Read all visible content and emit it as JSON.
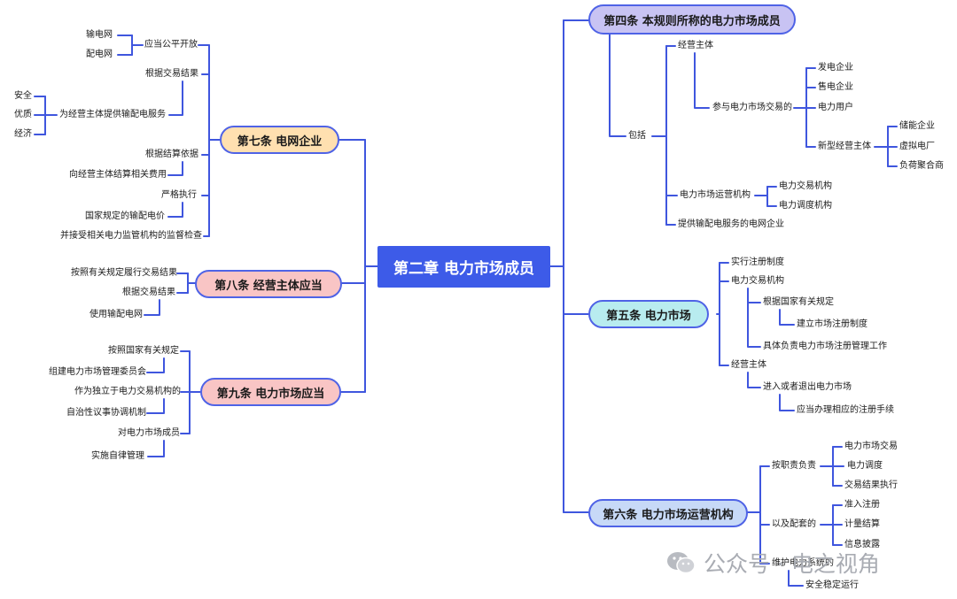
{
  "root": "第二章  电力市场成员",
  "left": {
    "art7": {
      "title": "第七条 电网企业",
      "a": "输电网",
      "b": "配电网",
      "c": "应当公平开放",
      "d": "根据交易结果",
      "e": "安全",
      "f": "优质",
      "g": "经济",
      "h": "为经营主体提供输配电服务",
      "i": "根据结算依据",
      "j": "向经营主体结算相关费用",
      "k": "严格执行",
      "l": "国家规定的输配电价",
      "m": "并接受相关电力监管机构的监督检查"
    },
    "art8": {
      "title": "第八条 经营主体应当",
      "a": "按照有关规定履行交易结果",
      "b": "根据交易结果",
      "c": "使用输配电网"
    },
    "art9": {
      "title": "第九条 电力市场应当",
      "a": "按照国家有关规定",
      "b": "组建电力市场管理委员会",
      "c": "作为独立于电力交易机构的",
      "d": "自治性议事协调机制",
      "e": "对电力市场成员",
      "f": "实施自律管理"
    }
  },
  "right": {
    "art4": {
      "title": "第四条 本规则所称的电力市场成员",
      "incl": "包括",
      "op": "经营主体",
      "part": "参与电力市场交易的",
      "gen": "发电企业",
      "sell": "售电企业",
      "user": "电力用户",
      "new": "新型经营主体",
      "stor": "储能企业",
      "vpp": "虚拟电厂",
      "load": "负荷聚合商",
      "org": "电力市场运营机构",
      "ex": "电力交易机构",
      "disp": "电力调度机构",
      "grid": "提供输配电服务的电网企业"
    },
    "art5": {
      "title": "第五条 电力市场",
      "a": "实行注册制度",
      "b": "电力交易机构",
      "c": "根据国家有关规定",
      "d": "建立市场注册制度",
      "e": "具体负责电力市场注册管理工作",
      "f": "经营主体",
      "g": "进入或者退出电力市场",
      "h": "应当办理相应的注册手续"
    },
    "art6": {
      "title": "第六条 电力市场运营机构",
      "a": "按职责负责",
      "b": "电力市场交易",
      "c": "电力调度",
      "d": "交易结果执行",
      "e": "以及配套的",
      "f": "准入注册",
      "g": "计量结算",
      "h": "信息披露",
      "i": "维护电力系统的",
      "j": "安全稳定运行"
    }
  },
  "watermark": "公众号 · 电之视角",
  "colors": {
    "line": "#3f56de",
    "root_fill": "#3d5be8",
    "art4": "#c8c3f3",
    "art5": "#b8ecef",
    "art6": "#c7d9f7",
    "art7": "#ffe0b0",
    "art8": "#f9c5c5",
    "art9": "#f9c5c5"
  }
}
